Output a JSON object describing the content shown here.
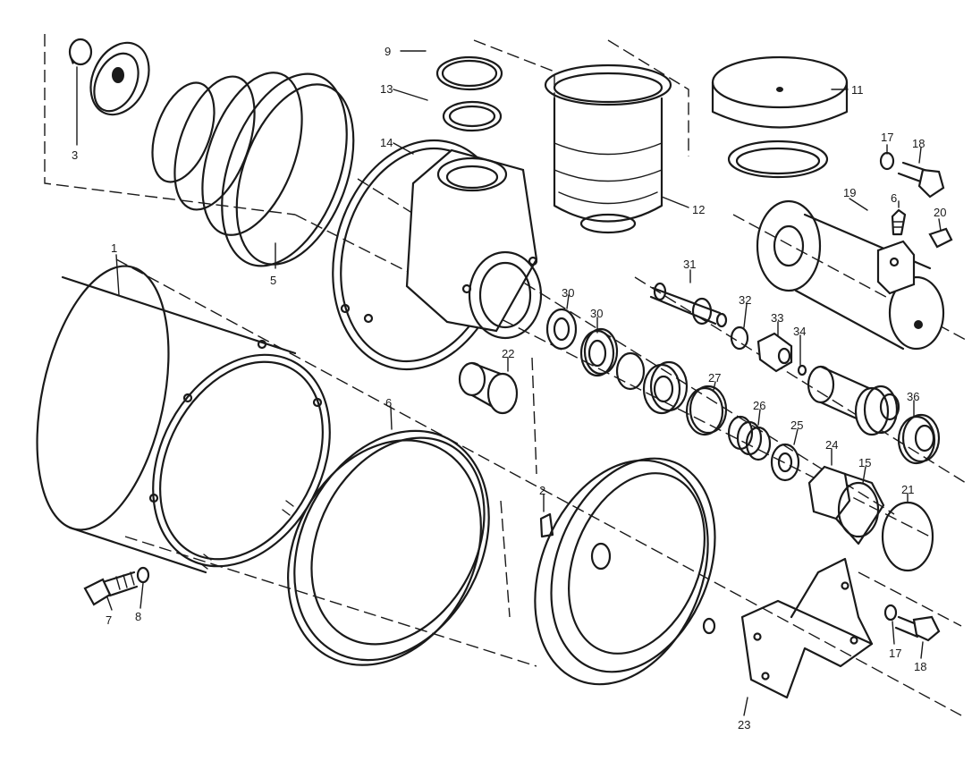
{
  "diagram": {
    "callouts": [
      {
        "id": "c3",
        "text": "3"
      },
      {
        "id": "c5",
        "text": "5"
      },
      {
        "id": "c9",
        "text": "9"
      },
      {
        "id": "c13",
        "text": "13"
      },
      {
        "id": "c14",
        "text": "14"
      },
      {
        "id": "c11",
        "text": "11"
      },
      {
        "id": "c12",
        "text": "12"
      },
      {
        "id": "c17a",
        "text": "17"
      },
      {
        "id": "c18a",
        "text": "18"
      },
      {
        "id": "c19",
        "text": "19"
      },
      {
        "id": "c6top",
        "text": "6"
      },
      {
        "id": "c20",
        "text": "20"
      },
      {
        "id": "c1",
        "text": "1"
      },
      {
        "id": "c31",
        "text": "31"
      },
      {
        "id": "c30a",
        "text": "30"
      },
      {
        "id": "c30b",
        "text": "30"
      },
      {
        "id": "c32",
        "text": "32"
      },
      {
        "id": "c33",
        "text": "33"
      },
      {
        "id": "c34",
        "text": "34"
      },
      {
        "id": "c22",
        "text": "22"
      },
      {
        "id": "c27",
        "text": "27"
      },
      {
        "id": "c26",
        "text": "26"
      },
      {
        "id": "c25",
        "text": "25"
      },
      {
        "id": "c36",
        "text": "36"
      },
      {
        "id": "c24",
        "text": "24"
      },
      {
        "id": "c15",
        "text": "15"
      },
      {
        "id": "c21",
        "text": "21"
      },
      {
        "id": "c6",
        "text": "6"
      },
      {
        "id": "c2",
        "text": "2"
      },
      {
        "id": "c7",
        "text": "7"
      },
      {
        "id": "c8",
        "text": "8"
      },
      {
        "id": "c17b",
        "text": "17"
      },
      {
        "id": "c18b",
        "text": "18"
      },
      {
        "id": "c23",
        "text": "23"
      }
    ]
  }
}
